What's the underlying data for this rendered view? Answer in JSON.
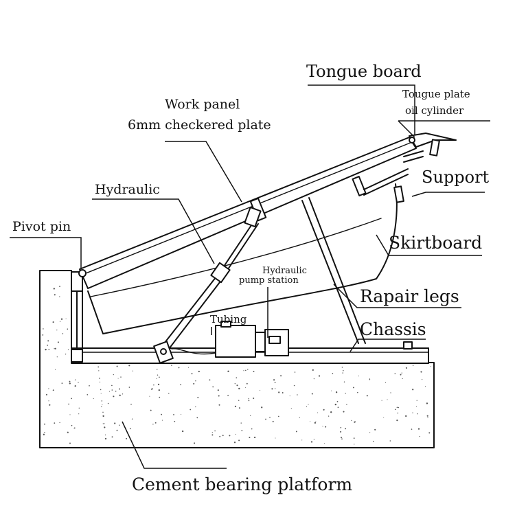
{
  "labels": {
    "tongue_board": "Tongue board",
    "tongue_plate_cyl_1": "Tougue plate",
    "tongue_plate_cyl_2": "oil cylinder",
    "work_panel_1": "Work panel",
    "work_panel_2": "6mm checkered plate",
    "support": "Support",
    "hydraulic": "Hydraulic",
    "pivot_pin": "Pivot pin",
    "skirtboard": "Skirtboard",
    "pump_station_1": "Hydraulic",
    "pump_station_2": "pump station",
    "repair_legs": "Rapair legs",
    "tubing": "Tubing",
    "chassis": "Chassis",
    "cement_platform": "Cement bearing platform"
  },
  "colors": {
    "line": "#111111",
    "background": "#ffffff",
    "concrete_speck": "#555555"
  }
}
